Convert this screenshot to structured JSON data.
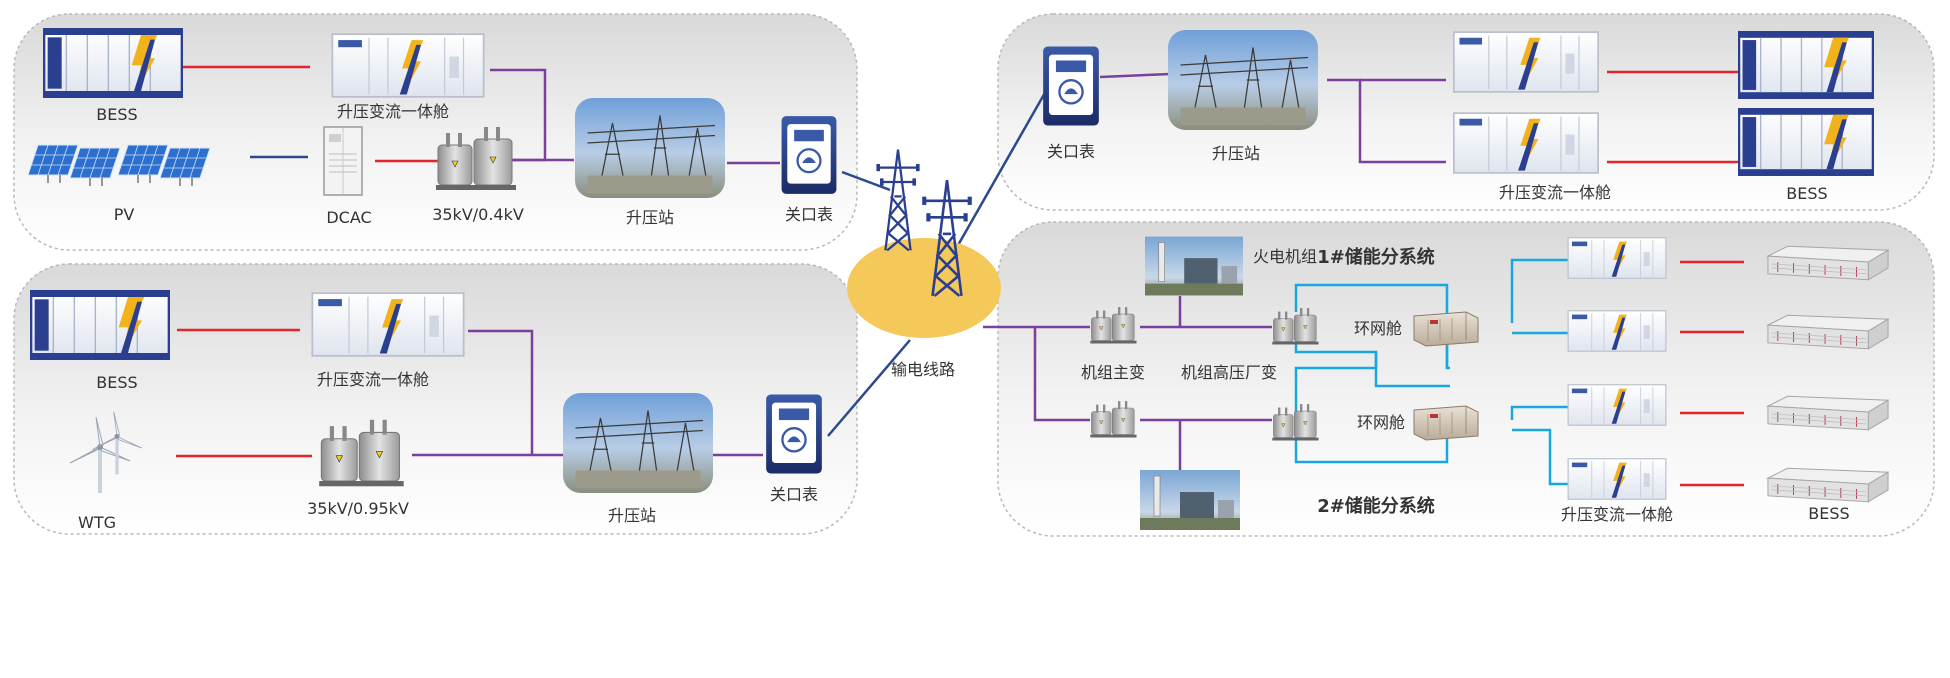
{
  "colors": {
    "red_line": "#e0252b",
    "purple_line": "#7b3f9e",
    "navy_line": "#2b4a8c",
    "cyan_line": "#1aa7de",
    "panel_border": "#b8b8b8",
    "container_blue": "#2a3f8f",
    "ellipse_gold": "#f5c85a"
  },
  "icons": [
    "bess-container-icon",
    "converter-cabin-icon",
    "solar-panel-icon",
    "dcac-cabinet-icon",
    "transformer-icon",
    "substation-photo-icon",
    "meter-icon",
    "transmission-tower-icon",
    "wind-turbine-icon",
    "thermal-plant-photo-icon",
    "ring-main-unit-icon",
    "battery-rack-icon"
  ],
  "panel_a": {
    "bess": "BESS",
    "converter": "升压变流一体舱",
    "pv": "PV",
    "dcac": "DCAC",
    "transformer": "35kV/0.4kV",
    "substation": "升压站",
    "meter": "关口表"
  },
  "panel_b": {
    "bess": "BESS",
    "converter": "升压变流一体舱",
    "wtg": "WTG",
    "transformer": "35kV/0.95kV",
    "substation": "升压站",
    "meter": "关口表"
  },
  "panel_c": {
    "meter": "关口表",
    "substation": "升压站",
    "converter": "升压变流一体舱",
    "bess": "BESS"
  },
  "center": {
    "line": "输电线路"
  },
  "panel_d": {
    "thermal_unit": "火电机组",
    "subsystem_1": "1#储能分系统",
    "subsystem_2": "2#储能分系统",
    "main_transformer": "机组主变",
    "hv_aux_transformer": "机组高压厂变",
    "ring_main_1": "环网舱",
    "ring_main_2": "环网舱",
    "converter": "升压变流一体舱",
    "bess": "BESS"
  }
}
